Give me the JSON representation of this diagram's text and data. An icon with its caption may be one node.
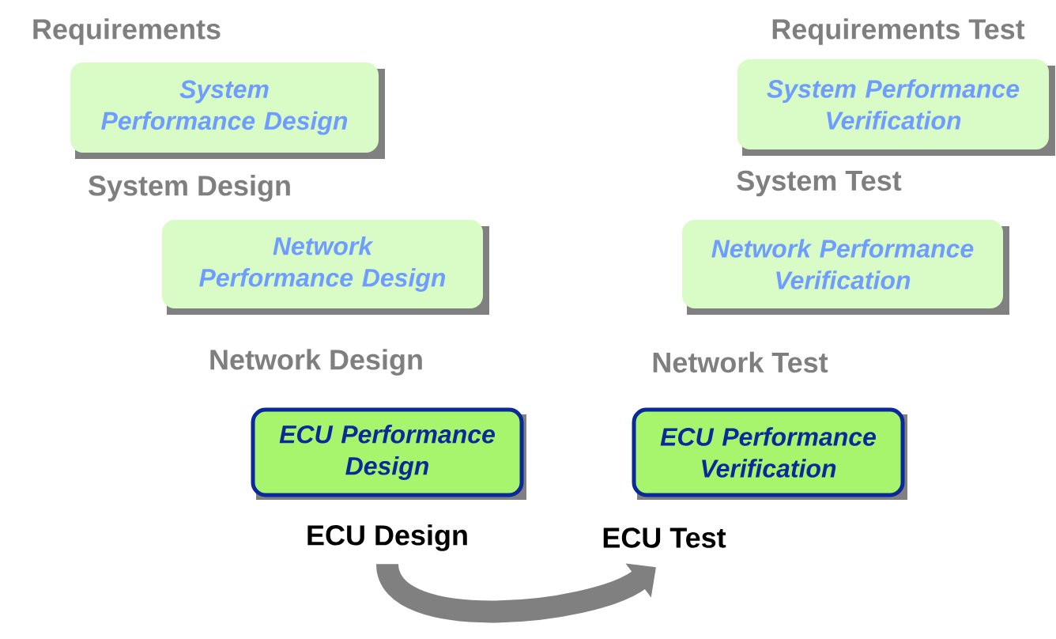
{
  "diagram": {
    "nodes": [
      {
        "text": [
          "System Performance Design"
        ]
      },
      {
        "text": [
          "Network Performance Design"
        ]
      },
      {
        "text": [
          "ECU Performance Design"
        ]
      },
      {
        "text": [
          "ECU Design"
        ]
      },
      {
        "text": [
          "ECU Test"
        ]
      },
      {
        "text": [
          "ECU Performance Verification"
        ]
      },
      {
        "text": [
          "Network Performance Verification"
        ]
      },
      {
        "text": [
          "System Performance Verification"
        ]
      }
    ],
    "edges": [
      {
        "from": 3,
        "to": 4,
        "arrow": "to"
      }
    ],
    "labels": [
      "Requirements",
      "Requirements Test",
      "System Design",
      "System Test",
      "Network Design",
      "Network Test"
    ]
  }
}
